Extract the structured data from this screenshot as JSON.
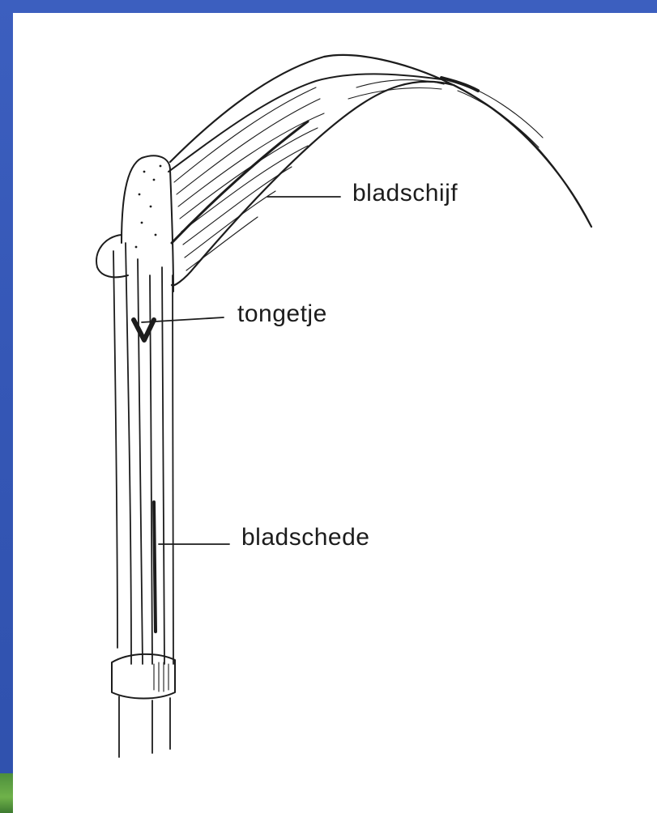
{
  "diagram": {
    "labels": {
      "bladschijf": "bladschijf",
      "tongetje": "tongetje",
      "bladschede": "bladschede"
    }
  },
  "colors": {
    "background_blue": "#3557b6",
    "panel_white": "#ffffff",
    "ink": "#1c1c1c"
  },
  "icons": {
    "figure": "grass-leaf-sketch"
  }
}
